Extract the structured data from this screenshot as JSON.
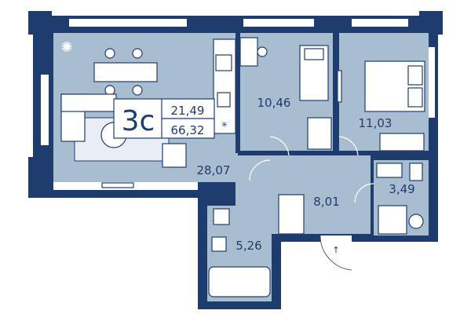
{
  "plan": {
    "rooms_count_label": "3с",
    "living_area": "21,49",
    "total_area": "66,32",
    "rooms": [
      {
        "name": "living-kitchen",
        "area": "28,07"
      },
      {
        "name": "bedroom-1",
        "area": "10,46"
      },
      {
        "name": "bedroom-2",
        "area": "11,03"
      },
      {
        "name": "hall",
        "area": "8,01"
      },
      {
        "name": "wc",
        "area": "3,49"
      },
      {
        "name": "bathroom",
        "area": "5,26"
      }
    ],
    "entrance_arrow": "↑",
    "colors": {
      "wall": "#1f3c6e",
      "floor": "#a9bdd1",
      "window": "#ffffff",
      "badge_text": "#1f3c6e"
    }
  }
}
